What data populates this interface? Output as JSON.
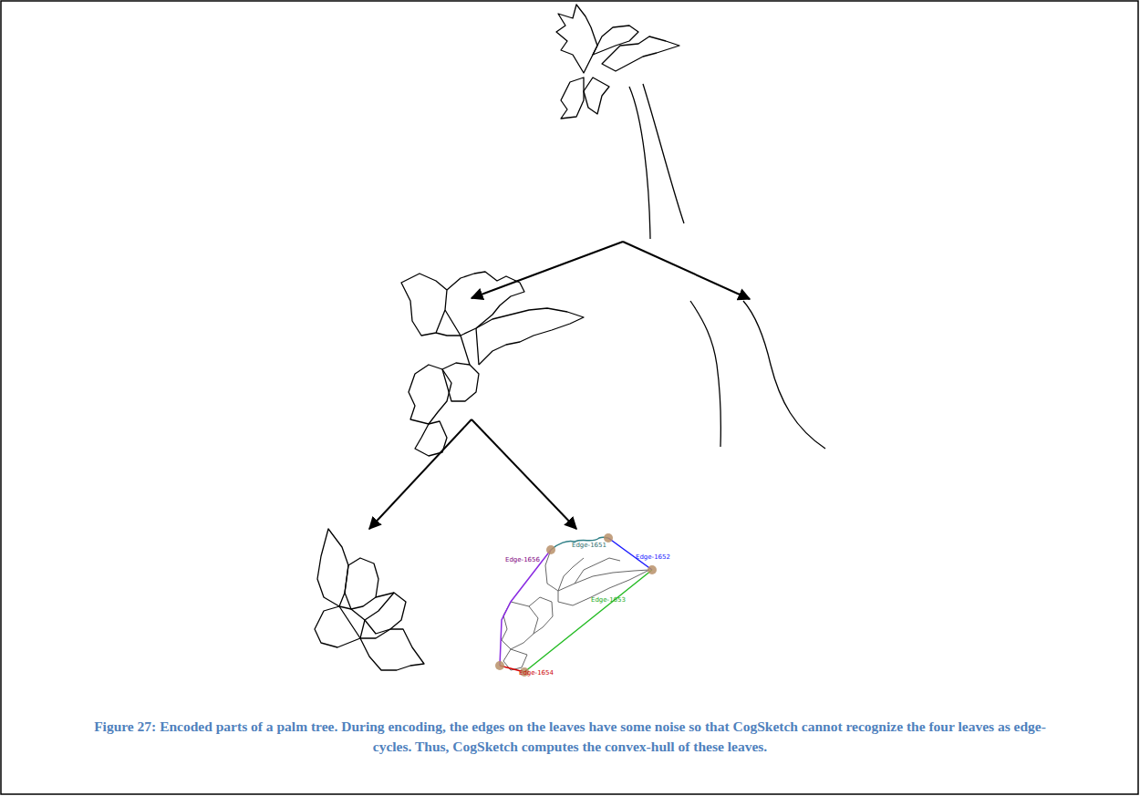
{
  "diagram": {
    "caption": "Figure 27: Encoded parts of a palm tree. During encoding, the edges on the leaves have some noise so that CogSketch cannot recognize the four leaves as edge-cycles. Thus, CogSketch computes the convex-hull of these leaves.",
    "labels": [
      "Edge-1651",
      "Edge-1652",
      "Edge-1653",
      "Edge-1654",
      "Edge-1656"
    ]
  }
}
